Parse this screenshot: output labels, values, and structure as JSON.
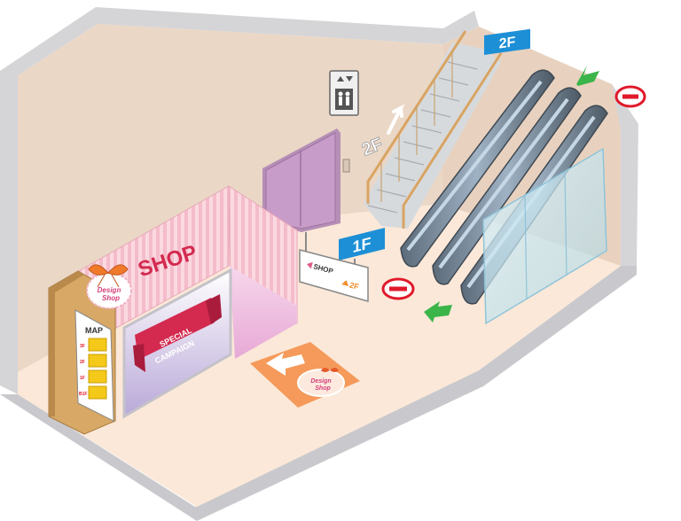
{
  "shop": {
    "sign": "SHOP",
    "logo_line1": "Design",
    "logo_line2": "Shop",
    "campaign_line1": "SPECIAL",
    "campaign_line2": "CAMPAIGN"
  },
  "map_board": {
    "title": "MAP",
    "floors": [
      "3F",
      "2F",
      "1F",
      "B1F"
    ]
  },
  "floor_badges": {
    "first": "1F",
    "second": "2F"
  },
  "stairs_label": "2F",
  "direction_sign": {
    "shop": "SHOP",
    "upstairs": "2F"
  },
  "floor_mat": {
    "logo_line1": "Design",
    "logo_line2": "Shop"
  },
  "icons": [
    "elevator-sign-icon",
    "no-entry-icon",
    "green-arrow-icon",
    "white-arrow-icon",
    "ribbon-bow-icon"
  ],
  "colors": {
    "floor": "#fbe8d8",
    "wall": "#ead7c6",
    "wall_edge": "#cfcfd3",
    "elevator_door": "#c89cc8",
    "floor_badge": "#1d8fd6",
    "no_entry": "#e0192b",
    "green_arrow": "#3bb54a",
    "mat": "#f59a5a",
    "shop_stripe": "#f6c7d2",
    "campaign_ribbon": "#d42a4f"
  }
}
